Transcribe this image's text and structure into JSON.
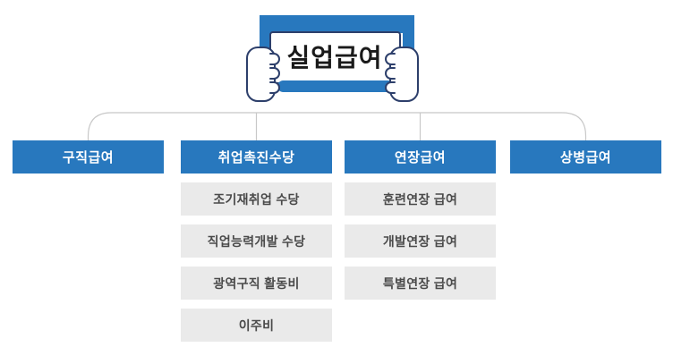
{
  "banner": {
    "title": "실업급여",
    "icon": "hands-holding-sign-icon"
  },
  "columns": [
    {
      "header": "구직급여",
      "items": []
    },
    {
      "header": "취업촉진수당",
      "items": [
        "조기재취업 수당",
        "직업능력개발 수당",
        "광역구직 활동비",
        "이주비"
      ]
    },
    {
      "header": "연장급여",
      "items": [
        "훈련연장 급여",
        "개발연장 급여",
        "특별연장 급여"
      ]
    },
    {
      "header": "상병급여",
      "items": []
    }
  ],
  "colors": {
    "header_blue": "#2878be",
    "banner_navy": "#2d3f6b",
    "banner_text": "#1a1a1a",
    "item_gray": "#eaeaea",
    "item_text": "#4a4a4a",
    "connector_gray": "#c8c8c8"
  }
}
